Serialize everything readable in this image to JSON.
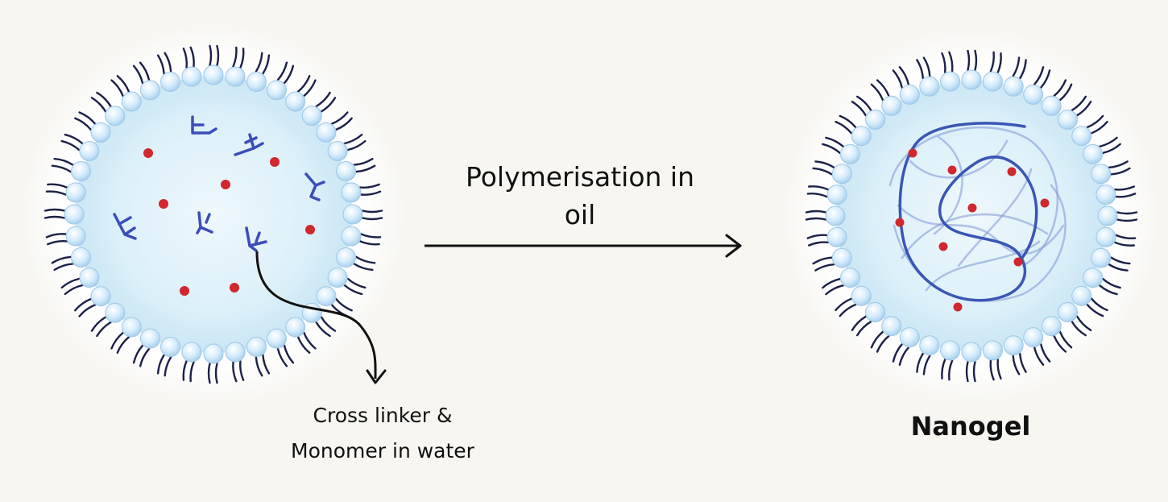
{
  "process": {
    "label": "Polymerisation in\noil"
  },
  "left_droplet": {
    "caption": "Cross linker &\nMonomer in water"
  },
  "right_droplet": {
    "caption": "Nanogel"
  },
  "colors": {
    "background": "#f7f6f1",
    "droplet_fill": "#d8eef8",
    "bead_fill": "#cfe9fb",
    "bead_stroke": "#9ec8e6",
    "tail": "#1b2147",
    "monomer_dot": "#d0282d",
    "cross_linker": "#3b4db8",
    "polymer_chain": "#3a56b4",
    "polymer_mesh": "#7d93d6",
    "arrow": "#111111"
  },
  "icons": {
    "droplet": "reverse-micelle-icon",
    "cross_linker": "cross-linker-icon",
    "monomer": "monomer-dot-icon",
    "polymer": "polymer-network-icon"
  }
}
